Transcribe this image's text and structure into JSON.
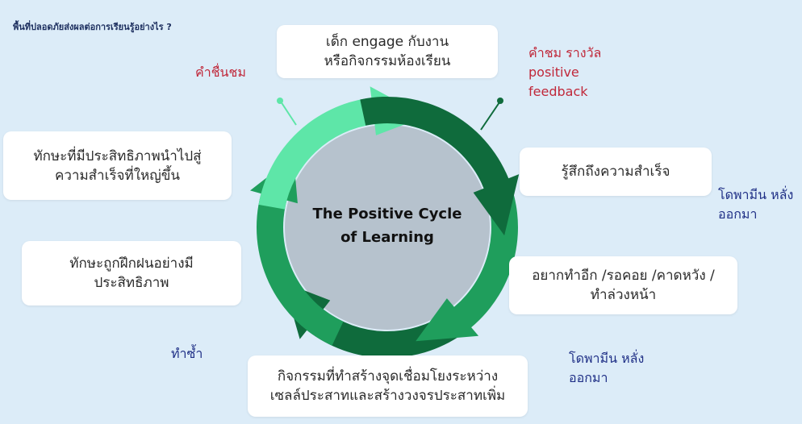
{
  "page": {
    "title": "พื้นที่ปลอดภัยส่งผลต่อการเรียนรู้อย่างไร ?"
  },
  "center": {
    "line1": "The Positive Cycle",
    "line2": "of Learning"
  },
  "boxes": {
    "engage": {
      "line1": "เด็ก engage กับงาน",
      "line2": "หรือกิจกรรมห้องเรียน"
    },
    "success": {
      "line1": "รู้สึกถึงความสำเร็จ"
    },
    "eager": {
      "line1": "อยากทำอีก /รอคอย /คาดหวัง /",
      "line2": "ทำล่วงหน้า"
    },
    "activity": {
      "line1": "กิจกรรมที่ทำสร้างจุดเชื่อมโยงระหว่าง",
      "line2": "เซลล์ประสาทและสร้างวงจรประสาทเพิ่ม"
    },
    "practice": {
      "line1": "ทักษะถูกฝึกฝนอย่างมี",
      "line2": "ประสิทธิภาพ"
    },
    "skills": {
      "line1": "ทักษะที่มีประสิทธิภาพนำไปสู่",
      "line2": "ความสำเร็จที่ใหญ่ขึ้น"
    }
  },
  "notes": {
    "praise": "คำชื่นชม",
    "feedback": {
      "line1": "คำชม รางวัล",
      "line2": "positive",
      "line3": "feedback"
    },
    "dopamine1": {
      "line1": "โดพามีน หลั่ง",
      "line2": "ออกมา"
    },
    "dopamine2": {
      "line1": "โดพามีน หลั่ง",
      "line2": "ออกมา"
    },
    "repeat": "ทำซ้ำ"
  },
  "colors": {
    "background": "#dcecf8",
    "ring_light": "#5ee6a8",
    "ring_dark": "#0f6b3c",
    "ring_mid": "#1f9e5c",
    "ring_inner": "#b6c2cd",
    "text_red": "#c0283a",
    "text_navy": "#1f2f86"
  }
}
